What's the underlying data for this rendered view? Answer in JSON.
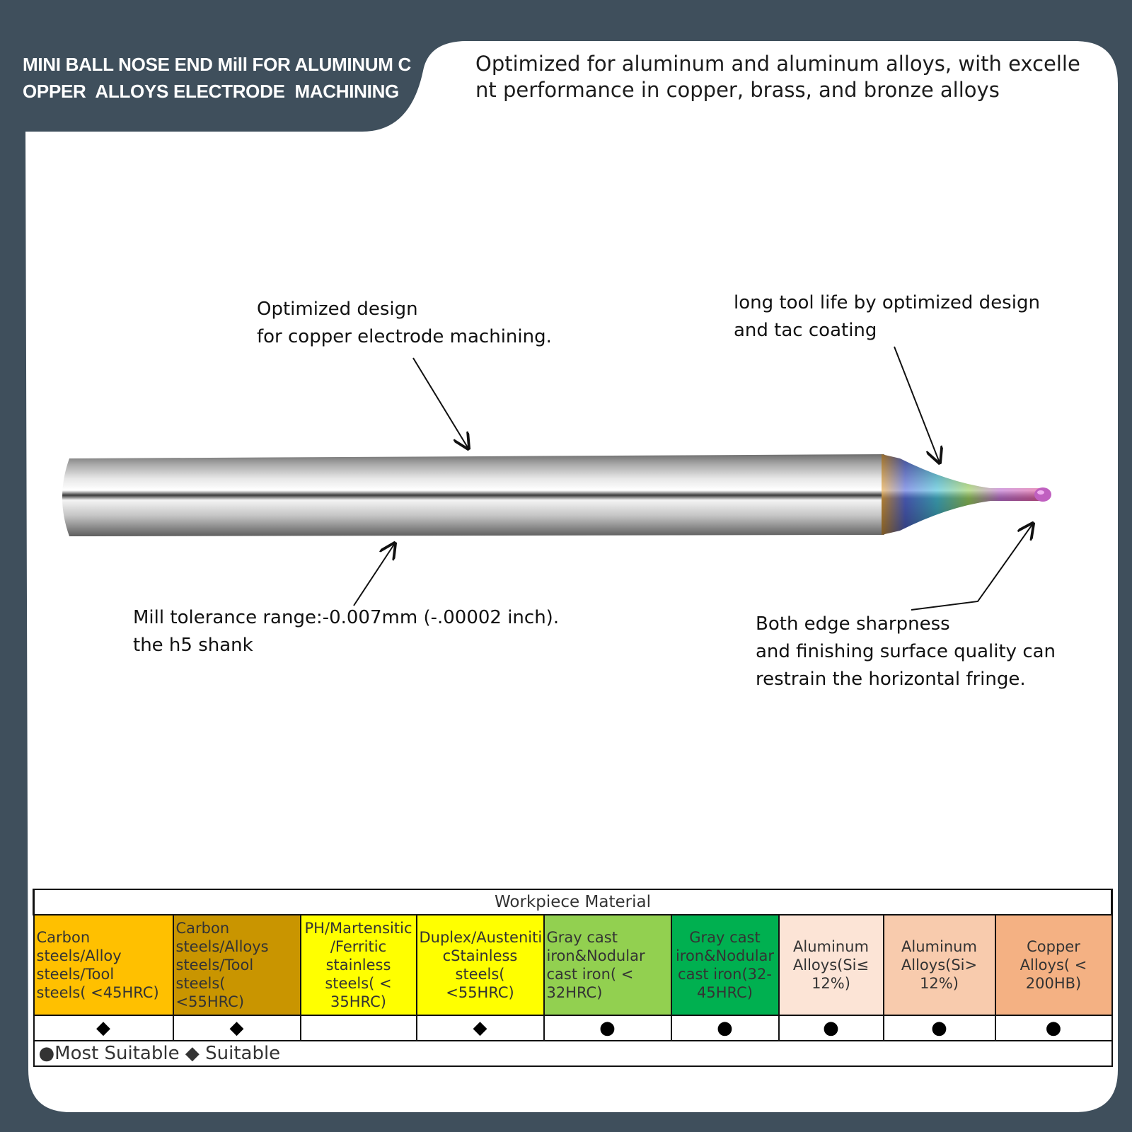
{
  "colors": {
    "background": "#3f4f5c",
    "card": "#ffffff",
    "tab": "#3f4f5c"
  },
  "header": {
    "title_lines": [
      "MINI BALL NOSE END Mill FOR ALUMINUM C",
      "OPPER  ALLOYS ELECTRODE  MACHINING"
    ],
    "subtitle_lines": [
      "Optimized for aluminum and aluminum alloys, with excelle",
      "nt performance in copper, brass, and bronze alloys"
    ]
  },
  "callouts": {
    "design": "Optimized design\nfor copper electrode machining.",
    "tool_life": "long tool life by optimized design\nand tac coating",
    "tolerance": "Mill tolerance range:-0.007mm (-.00002 inch).\nthe h5 shank",
    "edge": "Both edge sharpness\nand finishing surface quality can\nrestrain the horizontal fringe."
  },
  "table": {
    "header": "Workpiece Material",
    "materials": [
      {
        "label": "Carbon\nsteels/Alloy\nsteels/Tool\nsteels( <45HRC)",
        "color": "#ffc000",
        "align": "left",
        "symbol": "◆"
      },
      {
        "label": "Carbon\nsteels/Alloys\nsteels/Tool\nsteels( <55HRC)",
        "color": "#c99500",
        "align": "left",
        "symbol": "◆"
      },
      {
        "label": "PH/Martensitic\n/Ferritic\nstainless\nsteels( <\n35HRC)",
        "color": "#ffff00",
        "align": "center",
        "symbol": ""
      },
      {
        "label": "Duplex/Austeniti\ncStainless\nsteels( <55HRC)",
        "color": "#ffff00",
        "align": "center",
        "symbol": "◆"
      },
      {
        "label": "Gray cast\niron&Nodular\ncast iron( <\n32HRC)",
        "color": "#92d050",
        "align": "left",
        "symbol": "●"
      },
      {
        "label": "Gray cast\niron&Nodular\ncast iron(32-\n45HRC)",
        "color": "#00b050",
        "align": "center",
        "symbol": "●"
      },
      {
        "label": "Aluminum\nAlloys(Si≤\n12%)",
        "color": "#fce4d6",
        "align": "center",
        "symbol": "●"
      },
      {
        "label": "Aluminum\nAlloys(Si>\n12%)",
        "color": "#f8cbad",
        "align": "center",
        "symbol": "●"
      },
      {
        "label": "Copper\nAlloys( <\n200HB)",
        "color": "#f4b183",
        "align": "center",
        "symbol": "●"
      }
    ],
    "legend": "●Most Suitable ◆ Suitable"
  }
}
